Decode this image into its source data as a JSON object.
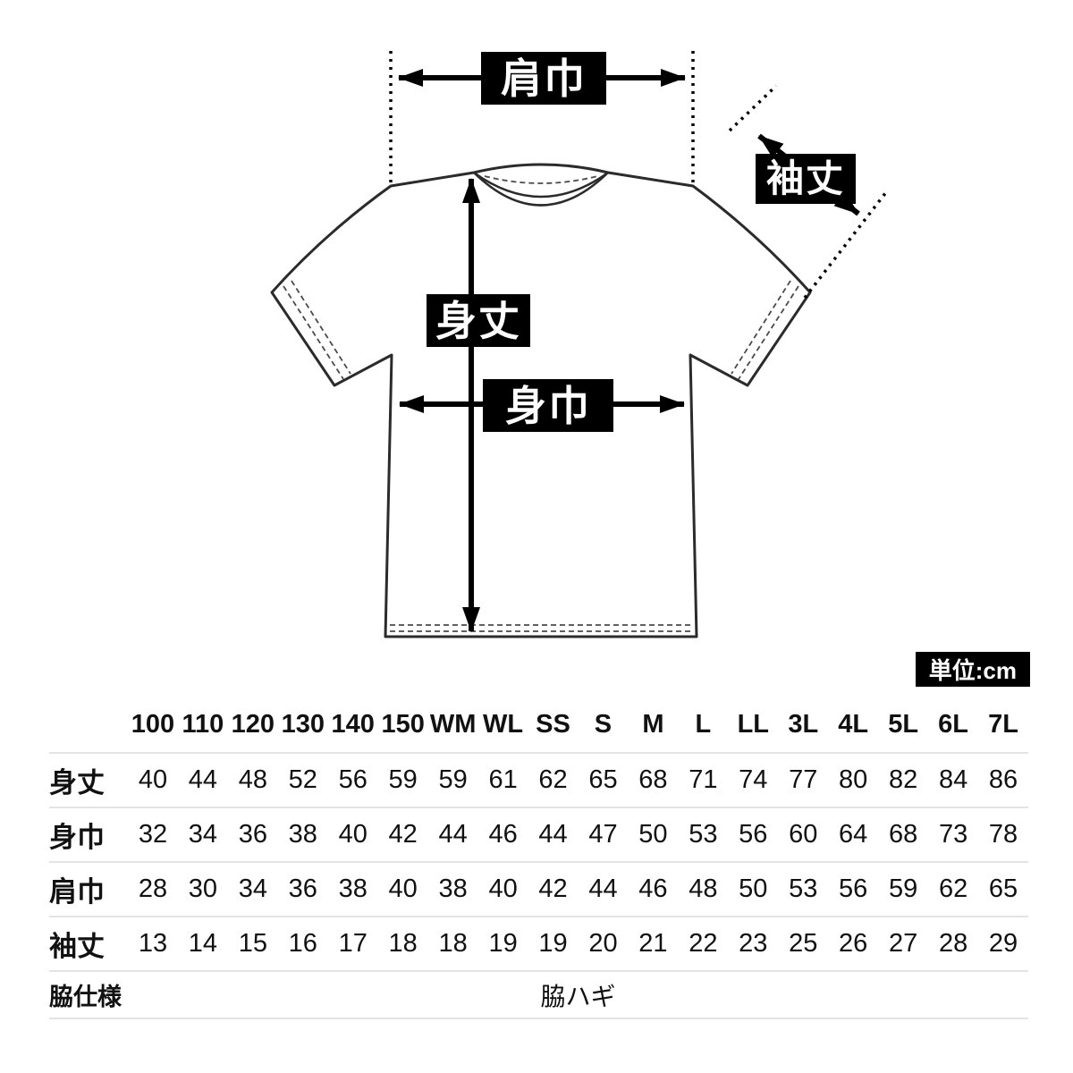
{
  "unit_badge": "単位:cm",
  "diagram": {
    "labels": {
      "shoulder_width": "肩巾",
      "sleeve_length": "袖丈",
      "body_length": "身丈",
      "body_width": "身巾"
    },
    "colors": {
      "label_background": "#000000",
      "label_text": "#ffffff",
      "shirt_outline": "#2b2b2b",
      "arrow": "#000000",
      "table_divider": "#e3e3e3"
    }
  },
  "size_table": {
    "sizes": [
      "100",
      "110",
      "120",
      "130",
      "140",
      "150",
      "WM",
      "WL",
      "SS",
      "S",
      "M",
      "L",
      "LL",
      "3L",
      "4L",
      "5L",
      "6L",
      "7L"
    ],
    "rows": [
      {
        "label": "身丈",
        "values": [
          40,
          44,
          48,
          52,
          56,
          59,
          59,
          61,
          62,
          65,
          68,
          71,
          74,
          77,
          80,
          82,
          84,
          86
        ]
      },
      {
        "label": "身巾",
        "values": [
          32,
          34,
          36,
          38,
          40,
          42,
          44,
          46,
          44,
          47,
          50,
          53,
          56,
          60,
          64,
          68,
          73,
          78
        ]
      },
      {
        "label": "肩巾",
        "values": [
          28,
          30,
          34,
          36,
          38,
          40,
          38,
          40,
          42,
          44,
          46,
          48,
          50,
          53,
          56,
          59,
          62,
          65
        ]
      },
      {
        "label": "袖丈",
        "values": [
          13,
          14,
          15,
          16,
          17,
          18,
          18,
          19,
          19,
          20,
          21,
          22,
          23,
          25,
          26,
          27,
          28,
          29
        ]
      }
    ],
    "footer_row": {
      "label": "脇仕様",
      "value": "脇ハギ"
    }
  }
}
